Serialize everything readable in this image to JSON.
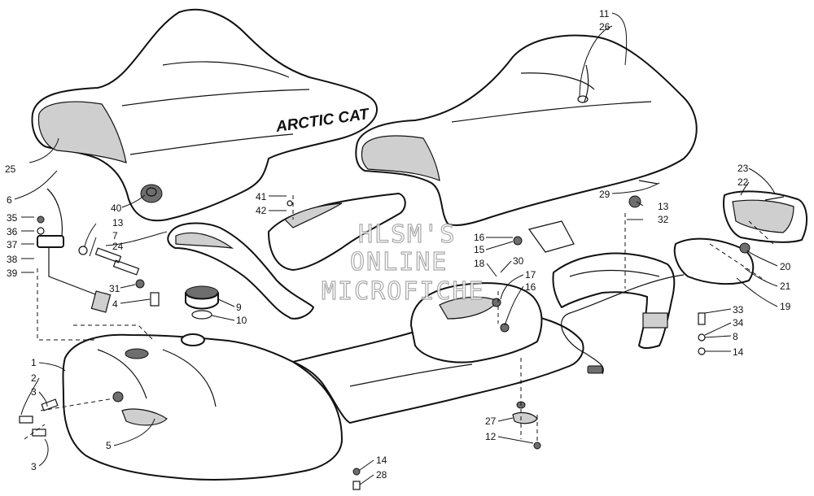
{
  "watermark": [
    "HLSM'S",
    "ONLINE",
    "MICROFICHE"
  ],
  "brand_text": "ARCTIC CAT",
  "callouts": [
    {
      "id": "11",
      "text": "11"
    },
    {
      "id": "26",
      "text": "26"
    },
    {
      "id": "25",
      "text": "25"
    },
    {
      "id": "6",
      "text": "6"
    },
    {
      "id": "40",
      "text": "40"
    },
    {
      "id": "41",
      "text": "41"
    },
    {
      "id": "42",
      "text": "42"
    },
    {
      "id": "29",
      "text": "29"
    },
    {
      "id": "23",
      "text": "23"
    },
    {
      "id": "22",
      "text": "22"
    },
    {
      "id": "35",
      "text": "35"
    },
    {
      "id": "36",
      "text": "36"
    },
    {
      "id": "37",
      "text": "37"
    },
    {
      "id": "38",
      "text": "38"
    },
    {
      "id": "39",
      "text": "39"
    },
    {
      "id": "13a",
      "text": "13"
    },
    {
      "id": "7",
      "text": "7"
    },
    {
      "id": "24",
      "text": "24"
    },
    {
      "id": "13b",
      "text": "13"
    },
    {
      "id": "32",
      "text": "32"
    },
    {
      "id": "16a",
      "text": "16"
    },
    {
      "id": "15",
      "text": "15"
    },
    {
      "id": "18",
      "text": "18"
    },
    {
      "id": "30",
      "text": "30"
    },
    {
      "id": "17",
      "text": "17"
    },
    {
      "id": "16b",
      "text": "16"
    },
    {
      "id": "20",
      "text": "20"
    },
    {
      "id": "21",
      "text": "21"
    },
    {
      "id": "19",
      "text": "19"
    },
    {
      "id": "31",
      "text": "31"
    },
    {
      "id": "4",
      "text": "4"
    },
    {
      "id": "9",
      "text": "9"
    },
    {
      "id": "10",
      "text": "10"
    },
    {
      "id": "33",
      "text": "33"
    },
    {
      "id": "34",
      "text": "34"
    },
    {
      "id": "8",
      "text": "8"
    },
    {
      "id": "14a",
      "text": "14"
    },
    {
      "id": "1",
      "text": "1"
    },
    {
      "id": "2",
      "text": "2"
    },
    {
      "id": "3a",
      "text": "3"
    },
    {
      "id": "5",
      "text": "5"
    },
    {
      "id": "27",
      "text": "27"
    },
    {
      "id": "12",
      "text": "12"
    },
    {
      "id": "3b",
      "text": "3"
    },
    {
      "id": "14b",
      "text": "14"
    },
    {
      "id": "28",
      "text": "28"
    }
  ]
}
